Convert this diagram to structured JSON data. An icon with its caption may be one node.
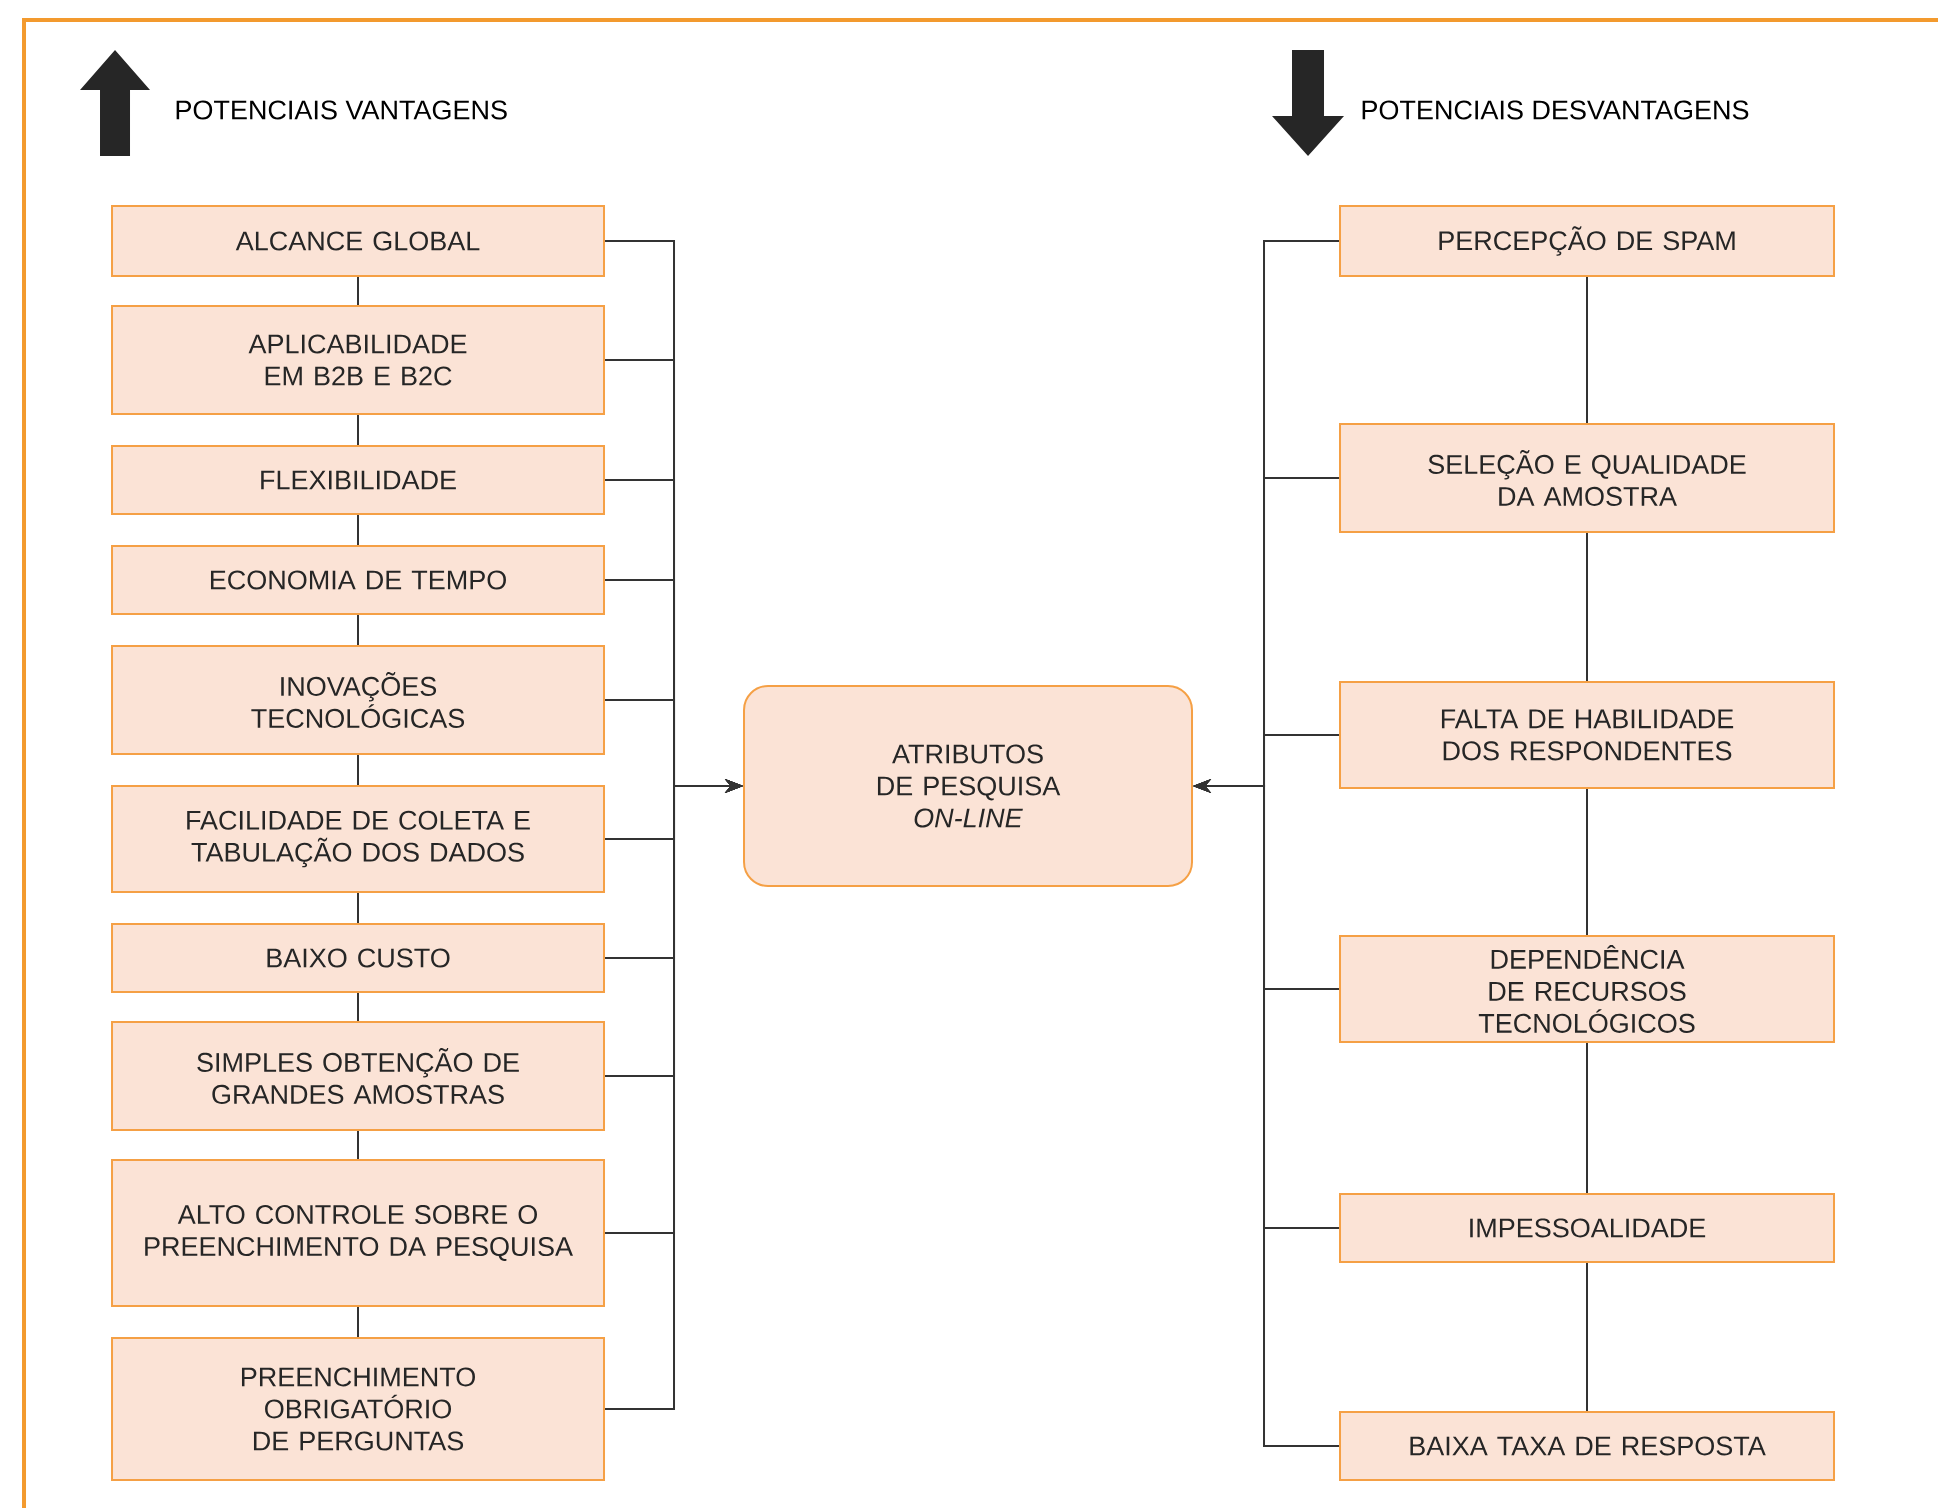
{
  "diagram": {
    "nodes": [
      {
        "text": [
          "ALCANCE GLOBAL"
        ]
      },
      {
        "text": [
          "APLICABILIDADE EM B2B E B2C"
        ]
      },
      {
        "text": [
          "FLEXIBILIDADE"
        ]
      },
      {
        "text": [
          "ECONOMIA DE TEMPO"
        ]
      },
      {
        "text": [
          "INOVAÇÕES TECNOLÓGICAS"
        ]
      },
      {
        "text": [
          "FACILIDADE DE COLETA E TABULAÇÃO DOS DADOS"
        ]
      },
      {
        "text": [
          "BAIXO CUSTO"
        ]
      },
      {
        "text": [
          "SIMPLES OBTENÇÃO DE GRANDES AMOSTRAS"
        ]
      },
      {
        "text": [
          "ALTO CONTROLE SOBRE O PREENCHIMENTO DA PESQUISA"
        ]
      },
      {
        "text": [
          "PREENCHIMENTO OBRIGATÓRIO DE PERGUNTAS"
        ]
      },
      {
        "text": [
          "ATRIBUTOS DE PESQUISA *ON-LINE*"
        ]
      },
      {
        "text": [
          "PERCEPÇÃO DE SPAM"
        ]
      },
      {
        "text": [
          "SELEÇÃO E QUALIDADE DA AMOSTRA"
        ]
      },
      {
        "text": [
          "FALTA DE HABILIDADE DOS RESPONDENTES"
        ]
      },
      {
        "text": [
          "DEPENDÊNCIA DE RECURSOS TECNOLÓGICOS"
        ]
      },
      {
        "text": [
          "IMPESSOALIDADE"
        ]
      },
      {
        "text": [
          "BAIXA TAXA DE RESPOSTA"
        ]
      }
    ],
    "edges": [
      {
        "from": 0,
        "to": 10,
        "arrow": "to"
      },
      {
        "from": 1,
        "to": 10,
        "arrow": "to"
      },
      {
        "from": 2,
        "to": 10,
        "arrow": "to"
      },
      {
        "from": 3,
        "to": 10,
        "arrow": "to"
      },
      {
        "from": 4,
        "to": 10,
        "arrow": "to"
      },
      {
        "from": 5,
        "to": 10,
        "arrow": "to"
      },
      {
        "from": 6,
        "to": 10,
        "arrow": "to"
      },
      {
        "from": 7,
        "to": 10,
        "arrow": "to"
      },
      {
        "from": 8,
        "to": 10,
        "arrow": "to"
      },
      {
        "from": 9,
        "to": 10,
        "arrow": "to"
      },
      {
        "from": 11,
        "to": 10,
        "arrow": "to"
      },
      {
        "from": 12,
        "to": 10,
        "arrow": "to"
      },
      {
        "from": 13,
        "to": 10,
        "arrow": "to"
      },
      {
        "from": 14,
        "to": 10,
        "arrow": "to"
      },
      {
        "from": 15,
        "to": 10,
        "arrow": "to"
      },
      {
        "from": 16,
        "to": 10,
        "arrow": "to"
      },
      {
        "from": 0,
        "to": 1,
        "arrow": "none"
      },
      {
        "from": 1,
        "to": 2,
        "arrow": "none"
      },
      {
        "from": 2,
        "to": 3,
        "arrow": "none"
      },
      {
        "from": 3,
        "to": 4,
        "arrow": "none"
      },
      {
        "from": 4,
        "to": 5,
        "arrow": "none"
      },
      {
        "from": 5,
        "to": 6,
        "arrow": "none"
      },
      {
        "from": 6,
        "to": 7,
        "arrow": "none"
      },
      {
        "from": 7,
        "to": 8,
        "arrow": "none"
      },
      {
        "from": 8,
        "to": 9,
        "arrow": "none"
      },
      {
        "from": 11,
        "to": 12,
        "arrow": "none"
      },
      {
        "from": 12,
        "to": 13,
        "arrow": "none"
      },
      {
        "from": 13,
        "to": 14,
        "arrow": "none"
      },
      {
        "from": 14,
        "to": 15,
        "arrow": "none"
      },
      {
        "from": 15,
        "to": 16,
        "arrow": "none"
      }
    ],
    "labels": [
      "POTENCIAIS VANTAGENS",
      "POTENCIAIS DESVANTAGENS"
    ]
  }
}
